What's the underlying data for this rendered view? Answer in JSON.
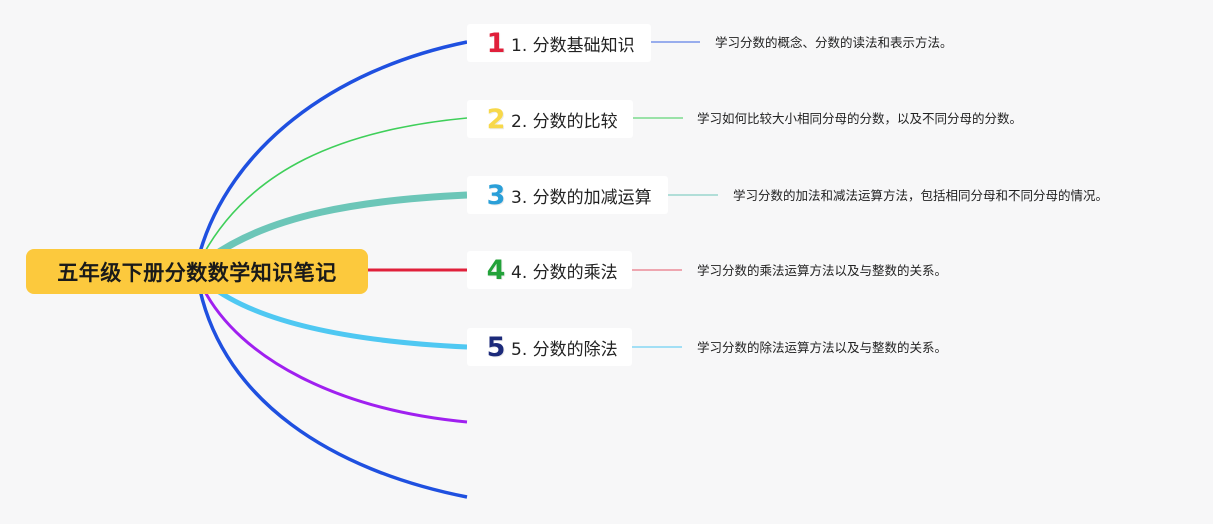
{
  "root": {
    "title": "五年级下册分数数学知识笔记"
  },
  "branches": [
    {
      "number": "1",
      "label": "1. 分数基础知识",
      "detail": "学习分数的概念、分数的读法和表示方法。",
      "color": "#e0203b"
    },
    {
      "number": "2",
      "label": "2. 分数的比较",
      "detail": "学习如何比较大小相同分母的分数，以及不同分母的分数。",
      "color": "#f7d84a"
    },
    {
      "number": "3",
      "label": "3. 分数的加减运算",
      "detail": "学习分数的加法和减法运算方法，包括相同分母和不同分母的情况。",
      "color": "#2a9fd8"
    },
    {
      "number": "4",
      "label": "4. 分数的乘法",
      "detail": "学习分数的乘法运算方法以及与整数的关系。",
      "color": "#23a23a"
    },
    {
      "number": "5",
      "label": "5. 分数的除法",
      "detail": "学习分数的除法运算方法以及与整数的关系。",
      "color": "#1c2a7a"
    }
  ],
  "colors": {
    "link1": "#1f50e0",
    "link2": "#3fcf5a",
    "link3": "#6cc6b8",
    "link4": "#e0203b",
    "link5": "#4fc8f2",
    "link6": "#a020f0",
    "link7": "#1f50e0",
    "root_bg": "#fcc93d"
  }
}
